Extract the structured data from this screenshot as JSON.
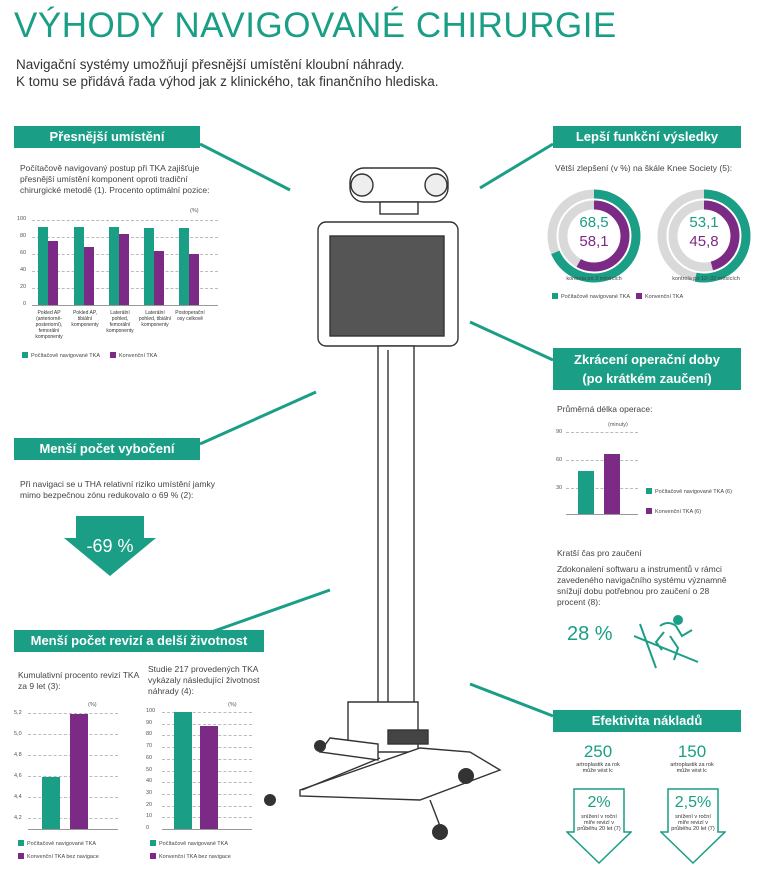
{
  "header": {
    "title": "VÝHODY NAVIGOVANÉ CHIRURGIE",
    "intro_1": "Navigační systémy umožňují přesnější umístění kloubní náhrady.",
    "intro_2": "K tomu se přidává řada výhod jak z klinického, tak finančního hlediska."
  },
  "colors": {
    "green": "#1a9e85",
    "purple": "#7b2a85",
    "grey": "#d9d9d9"
  },
  "legend": {
    "nav_tka": "Počítačově navigované TKA",
    "conv_tka": "Konvenční TKA",
    "nav_tka_6": "Počítačově navigované TKA (6)",
    "conv_tka_6": "Konvenční TKA (6)",
    "conv_tka_bez": "Konvenční TKA bez navigace"
  },
  "sections": {
    "presnejsi": {
      "title": "Přesnější umístění",
      "text": "Počítačově navigovaný postup při TKA zajišťuje přesnější umístění komponent oproti tradiční chirurgické metodě (1). Procento optimální pozice:",
      "unit": "(%)"
    },
    "vybocene": {
      "title": "Menší počet vybočení",
      "text": "Při navigaci se u THA relativní riziko umístění jamky mimo bezpečnou zónu redukovalo o 69 % (2):",
      "value": "-69 %"
    },
    "revize": {
      "title": "Menší počet revizí a delší životnost",
      "left_text": "Kumulativní procento revizí TKA za 9 let (3):",
      "right_text": "Studie 217 provedených TKA vykázaly následující životnost náhrady (4):",
      "unit": "(%)"
    },
    "funkcni": {
      "title": "Lepší funkční výsledky",
      "text": "Větší zlepšení (v %) na škále Knee Society (5):",
      "ring1_nav": "68,5",
      "ring1_conv": "58,1",
      "ring1_label": "kontrola po 3 měsících",
      "ring2_nav": "53,1",
      "ring2_conv": "45,8",
      "ring2_label": "kontrola po 12–32 měsících"
    },
    "doba": {
      "title_1": "Zkrácení operační doby",
      "title_2": "(po krátkém zaučení)",
      "text": "Průměrná délka operace:",
      "unit": "(minuty)",
      "subtitle": "Kratší čas pro zaučení",
      "text2": "Zdokonalení softwaru a instrumentů v rámci zavedeného navigačního systému významně snížují dobu potřebnou pro zaučení o 28 procent (8):",
      "value": "28 %"
    },
    "naklady": {
      "title": "Efektivita nákladů",
      "left_num": "250",
      "left_text": "artroplastik za rok může vést k:",
      "left_pct": "2%",
      "left_sub": "snížení v roční míře revizí v průběhu 20 let (7)",
      "right_num": "150",
      "right_text": "artroplastik za rok může vést k:",
      "right_pct": "2,5%",
      "right_sub": "snížení v roční míře revizí v průběhu 20 let (7)"
    }
  },
  "chart_data": [
    {
      "type": "bar",
      "title": "",
      "categories": [
        "Pokled AP (anteriorně-posteriorní), femorální komponenty",
        "Pokled AP, tibiální komponenty",
        "Laterální pohled, femorální komponenty",
        "Laterální pohled, tibiální komponenty",
        "Postoperační osy celkově"
      ],
      "series": [
        {
          "name": "Počítačově navigované TKA",
          "values": [
            92,
            92,
            92,
            91,
            91
          ]
        },
        {
          "name": "Konvenční TKA",
          "values": [
            75,
            68,
            83,
            64,
            60
          ]
        }
      ],
      "ylabel": "(%)",
      "ylim": [
        0,
        100
      ],
      "yticks": [
        "0",
        "20",
        "40",
        "60",
        "80",
        "100"
      ]
    },
    {
      "type": "bar",
      "categories": [
        ""
      ],
      "series": [
        {
          "name": "Počítačově navigované TKA",
          "values": [
            4.6
          ]
        },
        {
          "name": "Konvenční TKA bez navigace",
          "values": [
            5.2
          ]
        }
      ],
      "ylabel": "(%)",
      "ylim": [
        4.1,
        5.3
      ],
      "yticks": [
        "4,2",
        "4,4",
        "4,6",
        "4,8",
        "5,0",
        "5,2"
      ]
    },
    {
      "type": "bar",
      "categories": [
        ""
      ],
      "series": [
        {
          "name": "Počítačově navigované TKA",
          "values": [
            100
          ]
        },
        {
          "name": "Konvenční TKA bez navigace",
          "values": [
            88
          ]
        }
      ],
      "ylabel": "(%)",
      "ylim": [
        0,
        100
      ],
      "yticks": [
        "0",
        "10",
        "20",
        "30",
        "40",
        "50",
        "60",
        "70",
        "80",
        "90",
        "100"
      ]
    },
    {
      "type": "bar",
      "categories": [
        ""
      ],
      "series": [
        {
          "name": "Počítačově navigované TKA (6)",
          "values": [
            46
          ]
        },
        {
          "name": "Konvenční TKA (6)",
          "values": [
            64
          ]
        }
      ],
      "ylabel": "(minuty)",
      "ylim": [
        0,
        90
      ],
      "yticks": [
        "30",
        "60",
        "90"
      ]
    }
  ]
}
